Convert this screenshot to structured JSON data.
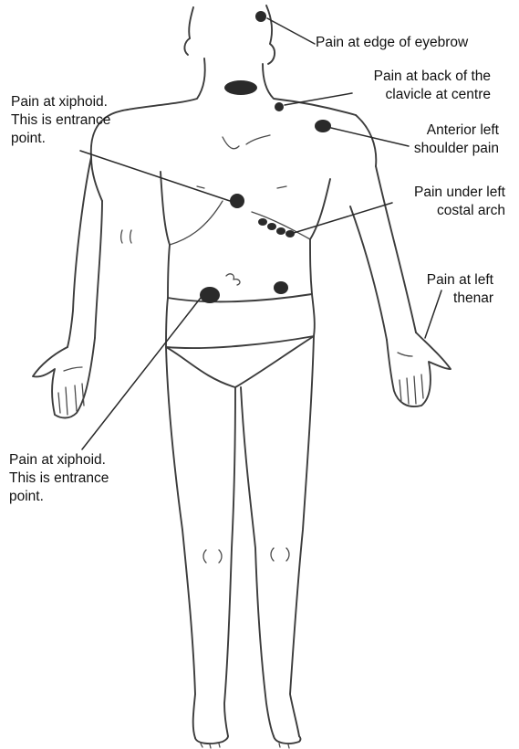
{
  "labels": {
    "eyebrow": [
      "Pain at edge of eyebrow"
    ],
    "clavicle": [
      "Pain at back of the",
      "clavicle at centre"
    ],
    "xiphoid_upper": [
      "Pain at xiphoid.",
      "This is entrance",
      "point."
    ],
    "shoulder": [
      "Anterior left",
      "shoulder pain"
    ],
    "costal": [
      "Pain under left",
      "costal arch"
    ],
    "thenar": [
      "Pain at left",
      "thenar"
    ],
    "xiphoid_lower": [
      "Pain at xiphoid.",
      "This is entrance",
      "point."
    ]
  },
  "colors": {
    "ink": "#3c3c3c",
    "spot": "#2a2a2a",
    "text": "#111111",
    "background": "#ffffff"
  }
}
